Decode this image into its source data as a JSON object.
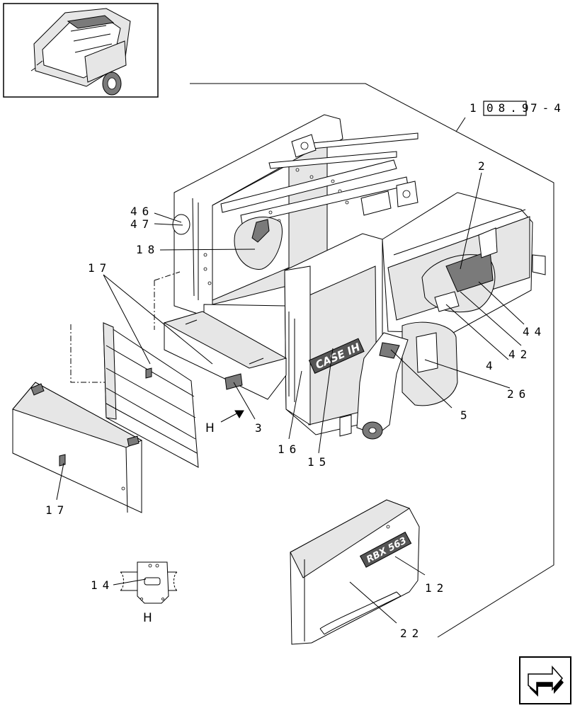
{
  "reference": {
    "prefix": "1",
    "boxed": "08.9",
    "suffix": "7-4"
  },
  "callouts": {
    "c2": "2",
    "c46": "46",
    "c47": "47",
    "c18": "18",
    "c17a": "17",
    "c17b": "17",
    "c44": "44",
    "c42": "42",
    "c4": "4",
    "c26": "26",
    "c5": "5",
    "c3": "3",
    "c16": "16",
    "c15": "15",
    "c12": "12",
    "c22": "22",
    "c14": "14"
  },
  "view_markers": {
    "arrow_h": "H",
    "detail_h": "H"
  },
  "brand": {
    "main": "CASE IH",
    "shield": "RBX 563"
  },
  "icons": {
    "nav": "next-page-arrow-icon",
    "thumb": "baler-overview-thumbnail"
  }
}
